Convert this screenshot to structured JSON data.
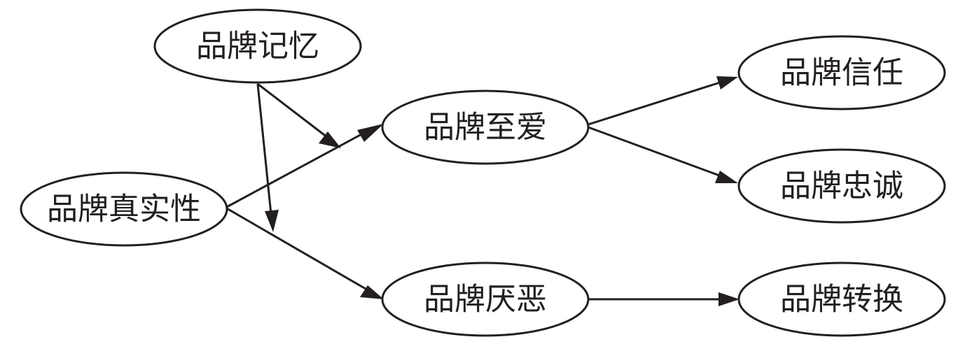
{
  "diagram": {
    "colors": {
      "stroke": "#231f20",
      "fill": "#ffffff"
    },
    "nodes": {
      "memory": {
        "label": "品牌记忆"
      },
      "authenticity": {
        "label": "品牌真实性"
      },
      "love": {
        "label": "品牌至爱"
      },
      "hate": {
        "label": "品牌厌恶"
      },
      "trust": {
        "label": "品牌信任"
      },
      "loyalty": {
        "label": "品牌忠诚"
      },
      "switching": {
        "label": "品牌转换"
      }
    },
    "edges": [
      {
        "from": "authenticity",
        "to": "love"
      },
      {
        "from": "authenticity",
        "to": "hate"
      },
      {
        "from": "love",
        "to": "trust"
      },
      {
        "from": "love",
        "to": "loyalty"
      },
      {
        "from": "hate",
        "to": "switching"
      },
      {
        "from": "memory",
        "to": "authenticity-love-link",
        "type": "moderation"
      },
      {
        "from": "memory",
        "to": "authenticity-hate-link",
        "type": "moderation"
      }
    ]
  }
}
